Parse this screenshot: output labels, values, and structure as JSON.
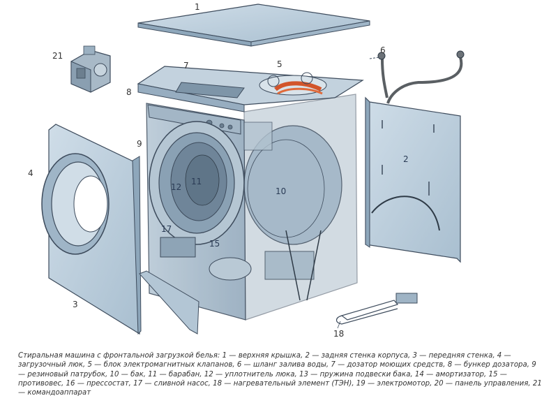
{
  "labels": {
    "l1": "1",
    "l2": "2",
    "l3": "3",
    "l4": "4",
    "l5": "5",
    "l6": "6",
    "l7": "7",
    "l8": "8",
    "l9": "9",
    "l10": "10",
    "l11": "11",
    "l12": "12",
    "l15": "15",
    "l17": "17",
    "l18": "18",
    "l21": "21"
  },
  "caption": "Стиральная машина с фронтальной загрузкой белья: 1 — верхняя крышка, 2 — задняя стенка корпуса, 3 — передняя стенка, 4 — загрузочный люк, 5 — блок электромагнитных клапанов, 6 — шланг залива воды, 7 — дозатор моющих средств, 8 — бункер дозатора, 9 — резиновый патрубок, 10 — бак, 11 — барабан, 12 — уплотнитель люка, 13 — пружина подвески бака, 14 — амортизатор, 15 — противовес, 16 — прессостат, 17 — сливной насос, 18 — нагревательный элемент (ТЭН), 19 — электромотор, 20 — панель управления, 21 — командоаппарат",
  "colors": {
    "panel": "#b9cbd9",
    "panel_dark": "#8ea7bb",
    "outline": "#3d4b5c",
    "hose": "#5a5f63",
    "heat": "#d2552b"
  }
}
